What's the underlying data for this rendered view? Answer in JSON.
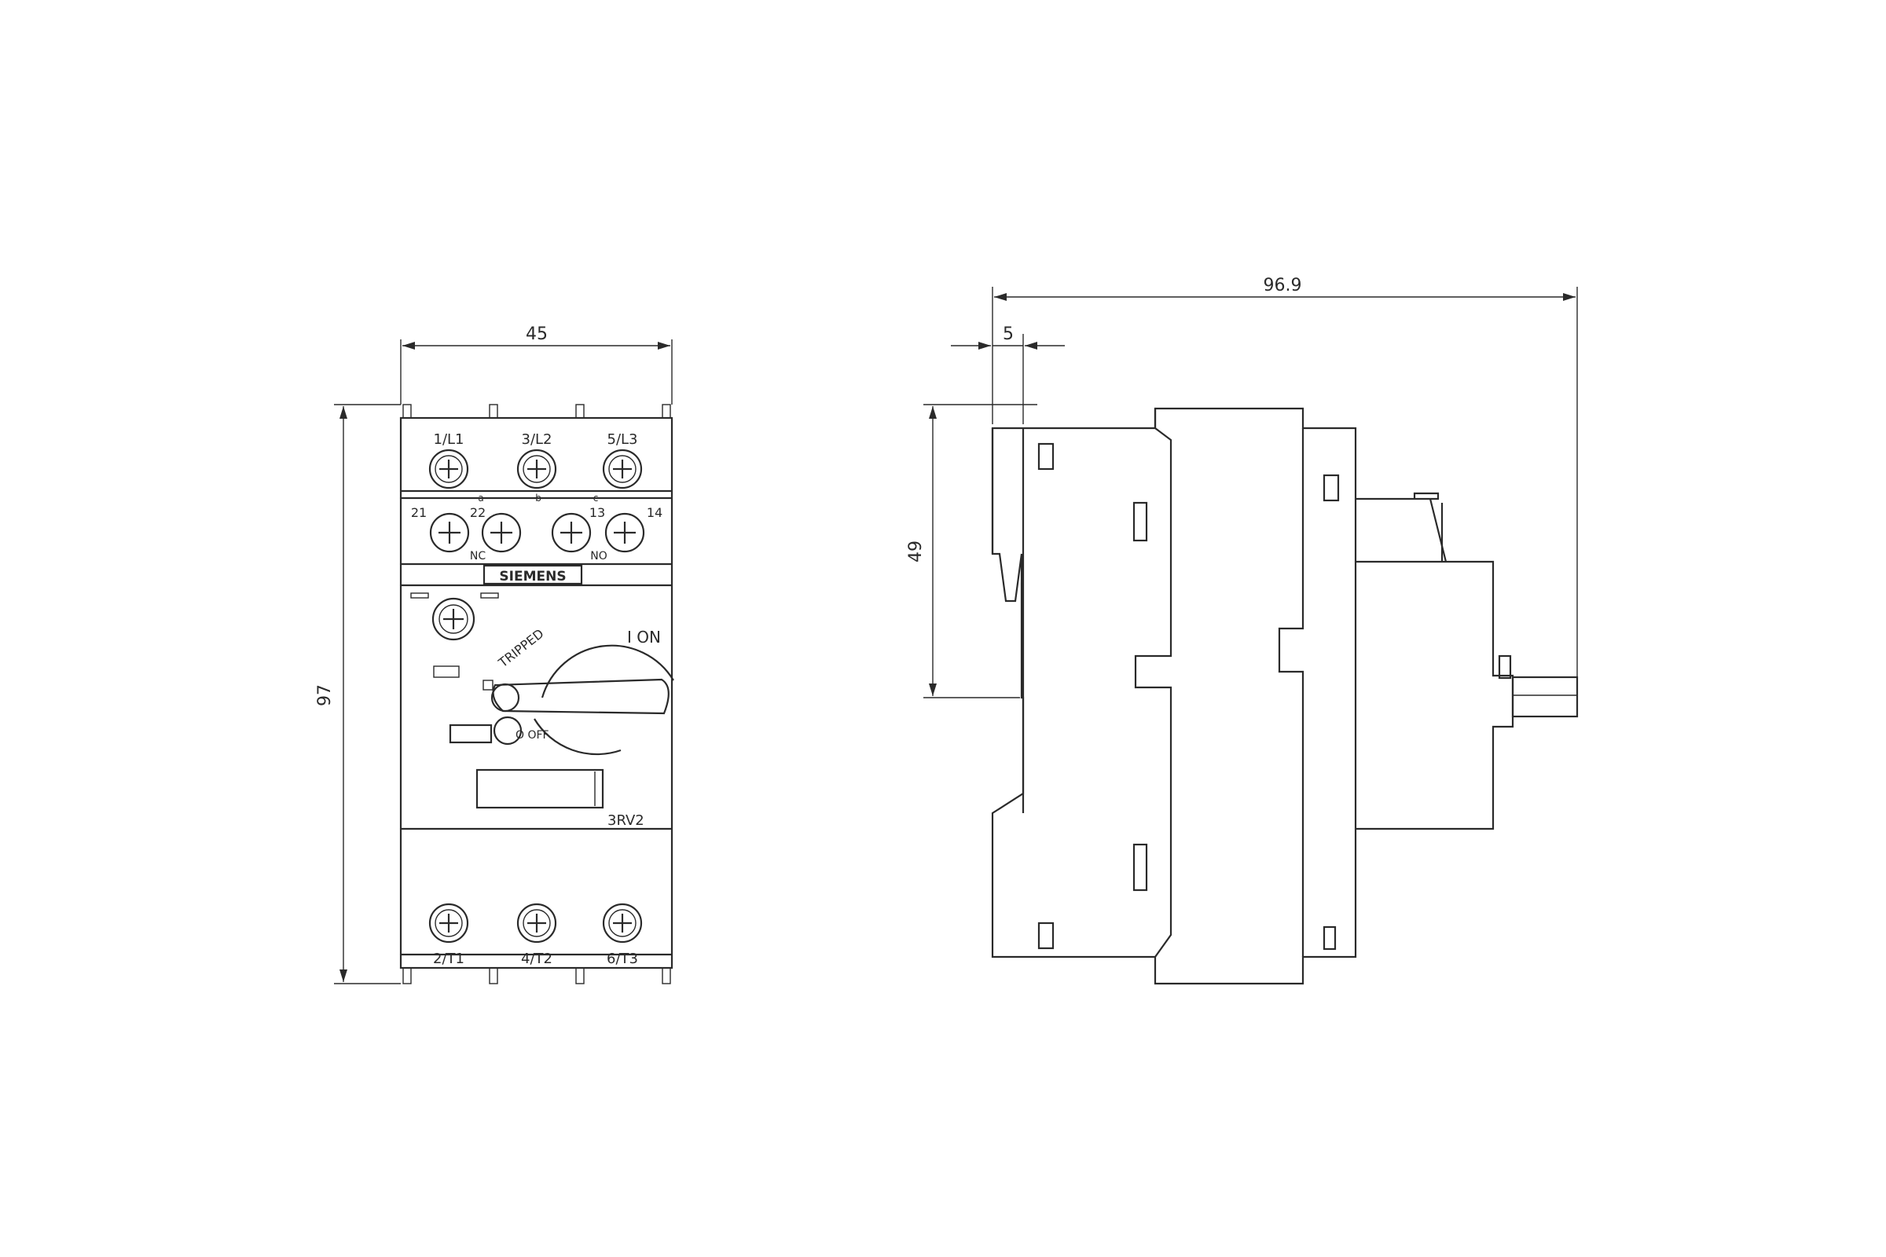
{
  "dimensions": {
    "front_width": "45",
    "front_height": "97",
    "side_depth": "96.9",
    "side_offset": "5",
    "side_height": "49"
  },
  "front_view": {
    "top_terminals": [
      "1/L1",
      "3/L2",
      "5/L3"
    ],
    "top_pole_marks": [
      "a",
      "b",
      "c"
    ],
    "aux_contacts": [
      "21",
      "22",
      "13",
      "14"
    ],
    "aux_groups": [
      "NC",
      "NO"
    ],
    "brand": "SIEMENS",
    "trip_label": "TRIPPED",
    "on_label": "I ON",
    "off_label": "O OFF",
    "model": "3RV2",
    "bottom_terminals": [
      "2/T1",
      "4/T2",
      "6/T3"
    ]
  }
}
